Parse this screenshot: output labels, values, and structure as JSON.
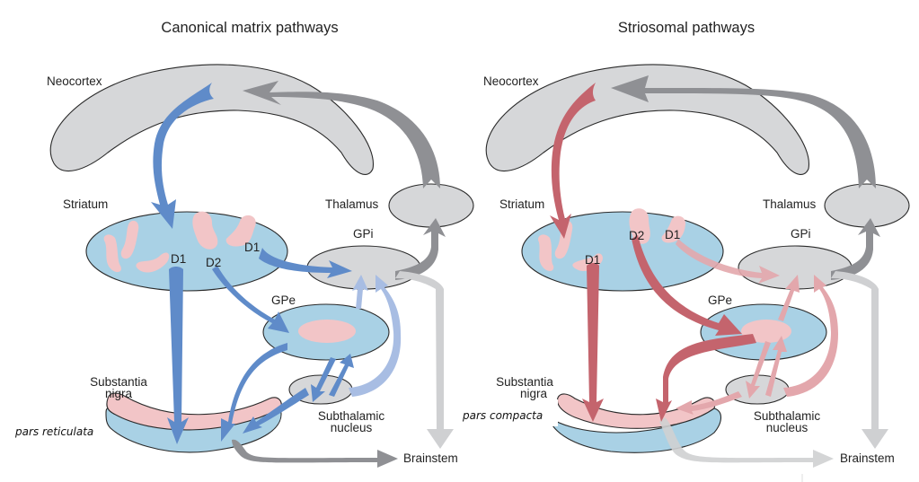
{
  "colors": {
    "background": "#ffffff",
    "region_gray": "#d6d7d9",
    "region_blue": "#a9d1e5",
    "striosome_pink": "#f2c5c7",
    "matrix_arrow_blue": "#5f8bc9",
    "matrix_arrow_light_blue": "#a8bde3",
    "striosome_arrow_red": "#c4646d",
    "striosome_arrow_light_red": "#e3a7ac",
    "thalamic_arrow_gray": "#8f9094",
    "brainstem_arrow_light_gray": "#cfd0d2"
  },
  "panels": [
    {
      "id": "canonical",
      "title": "Canonical matrix pathways",
      "labels": {
        "neocortex": "Neocortex",
        "striatum": "Striatum",
        "thalamus": "Thalamus",
        "gpi": "GPi",
        "gpe": "GPe",
        "substantia_nigra_line1": "Substantia",
        "substantia_nigra_line2": "nigra",
        "sn_part": "pars reticulata",
        "stn_line1": "Subthalamic",
        "stn_line2": "nucleus",
        "brainstem": "Brainstem",
        "d1_direct": "D1",
        "d2_indirect": "D2",
        "d1_gpi": "D1"
      }
    },
    {
      "id": "striosomal",
      "title": "Striosomal pathways",
      "labels": {
        "neocortex": "Neocortex",
        "striatum": "Striatum",
        "thalamus": "Thalamus",
        "gpi": "GPi",
        "gpe": "GPe",
        "substantia_nigra_line1": "Substantia",
        "substantia_nigra_line2": "nigra",
        "sn_part": "pars compacta",
        "stn_line1": "Subthalamic",
        "stn_line2": "nucleus",
        "brainstem": "Brainstem",
        "d1_direct": "D1",
        "d2_indirect": "D2",
        "d1_gpi": "D1"
      }
    }
  ]
}
